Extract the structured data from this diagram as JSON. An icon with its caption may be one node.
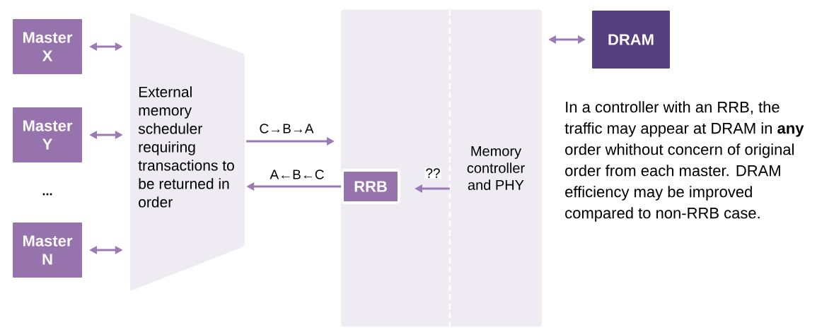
{
  "diagram": {
    "nodes": [
      {
        "text": [
          "Master X"
        ]
      },
      {
        "text": [
          "Master Y"
        ]
      },
      {
        "text": [
          "Master N"
        ]
      },
      {
        "text": [
          "External memory scheduler requiring transactions to be returned in order"
        ]
      },
      {
        "text": [],
        "shape": "box"
      },
      {
        "text": [
          "RRB"
        ],
        "in": 4
      },
      {
        "text": [
          "Memory controller and PHY"
        ],
        "in": 4
      },
      {
        "text": [
          "DRAM"
        ]
      }
    ],
    "edges": [
      {
        "from": 0,
        "to": 3,
        "arrow": "both"
      },
      {
        "from": 1,
        "to": 3,
        "arrow": "both"
      },
      {
        "from": 2,
        "to": 3,
        "arrow": "both"
      },
      {
        "from": 3,
        "to": 4,
        "arrow": "to",
        "label": "C→B→A"
      },
      {
        "from": 5,
        "to": 3,
        "arrow": "to",
        "label": "A←B←C"
      },
      {
        "from": 6,
        "to": 5,
        "arrow": "to",
        "label": "??"
      },
      {
        "from": 4,
        "to": 7,
        "arrow": "both"
      }
    ],
    "labels": [
      "...",
      "In a controller with an RRB, the traffic may appear at DRAM in **any** order whithout concern of original order from each master. DRAM efficiency may be improved compared to non-RRB case."
    ]
  }
}
